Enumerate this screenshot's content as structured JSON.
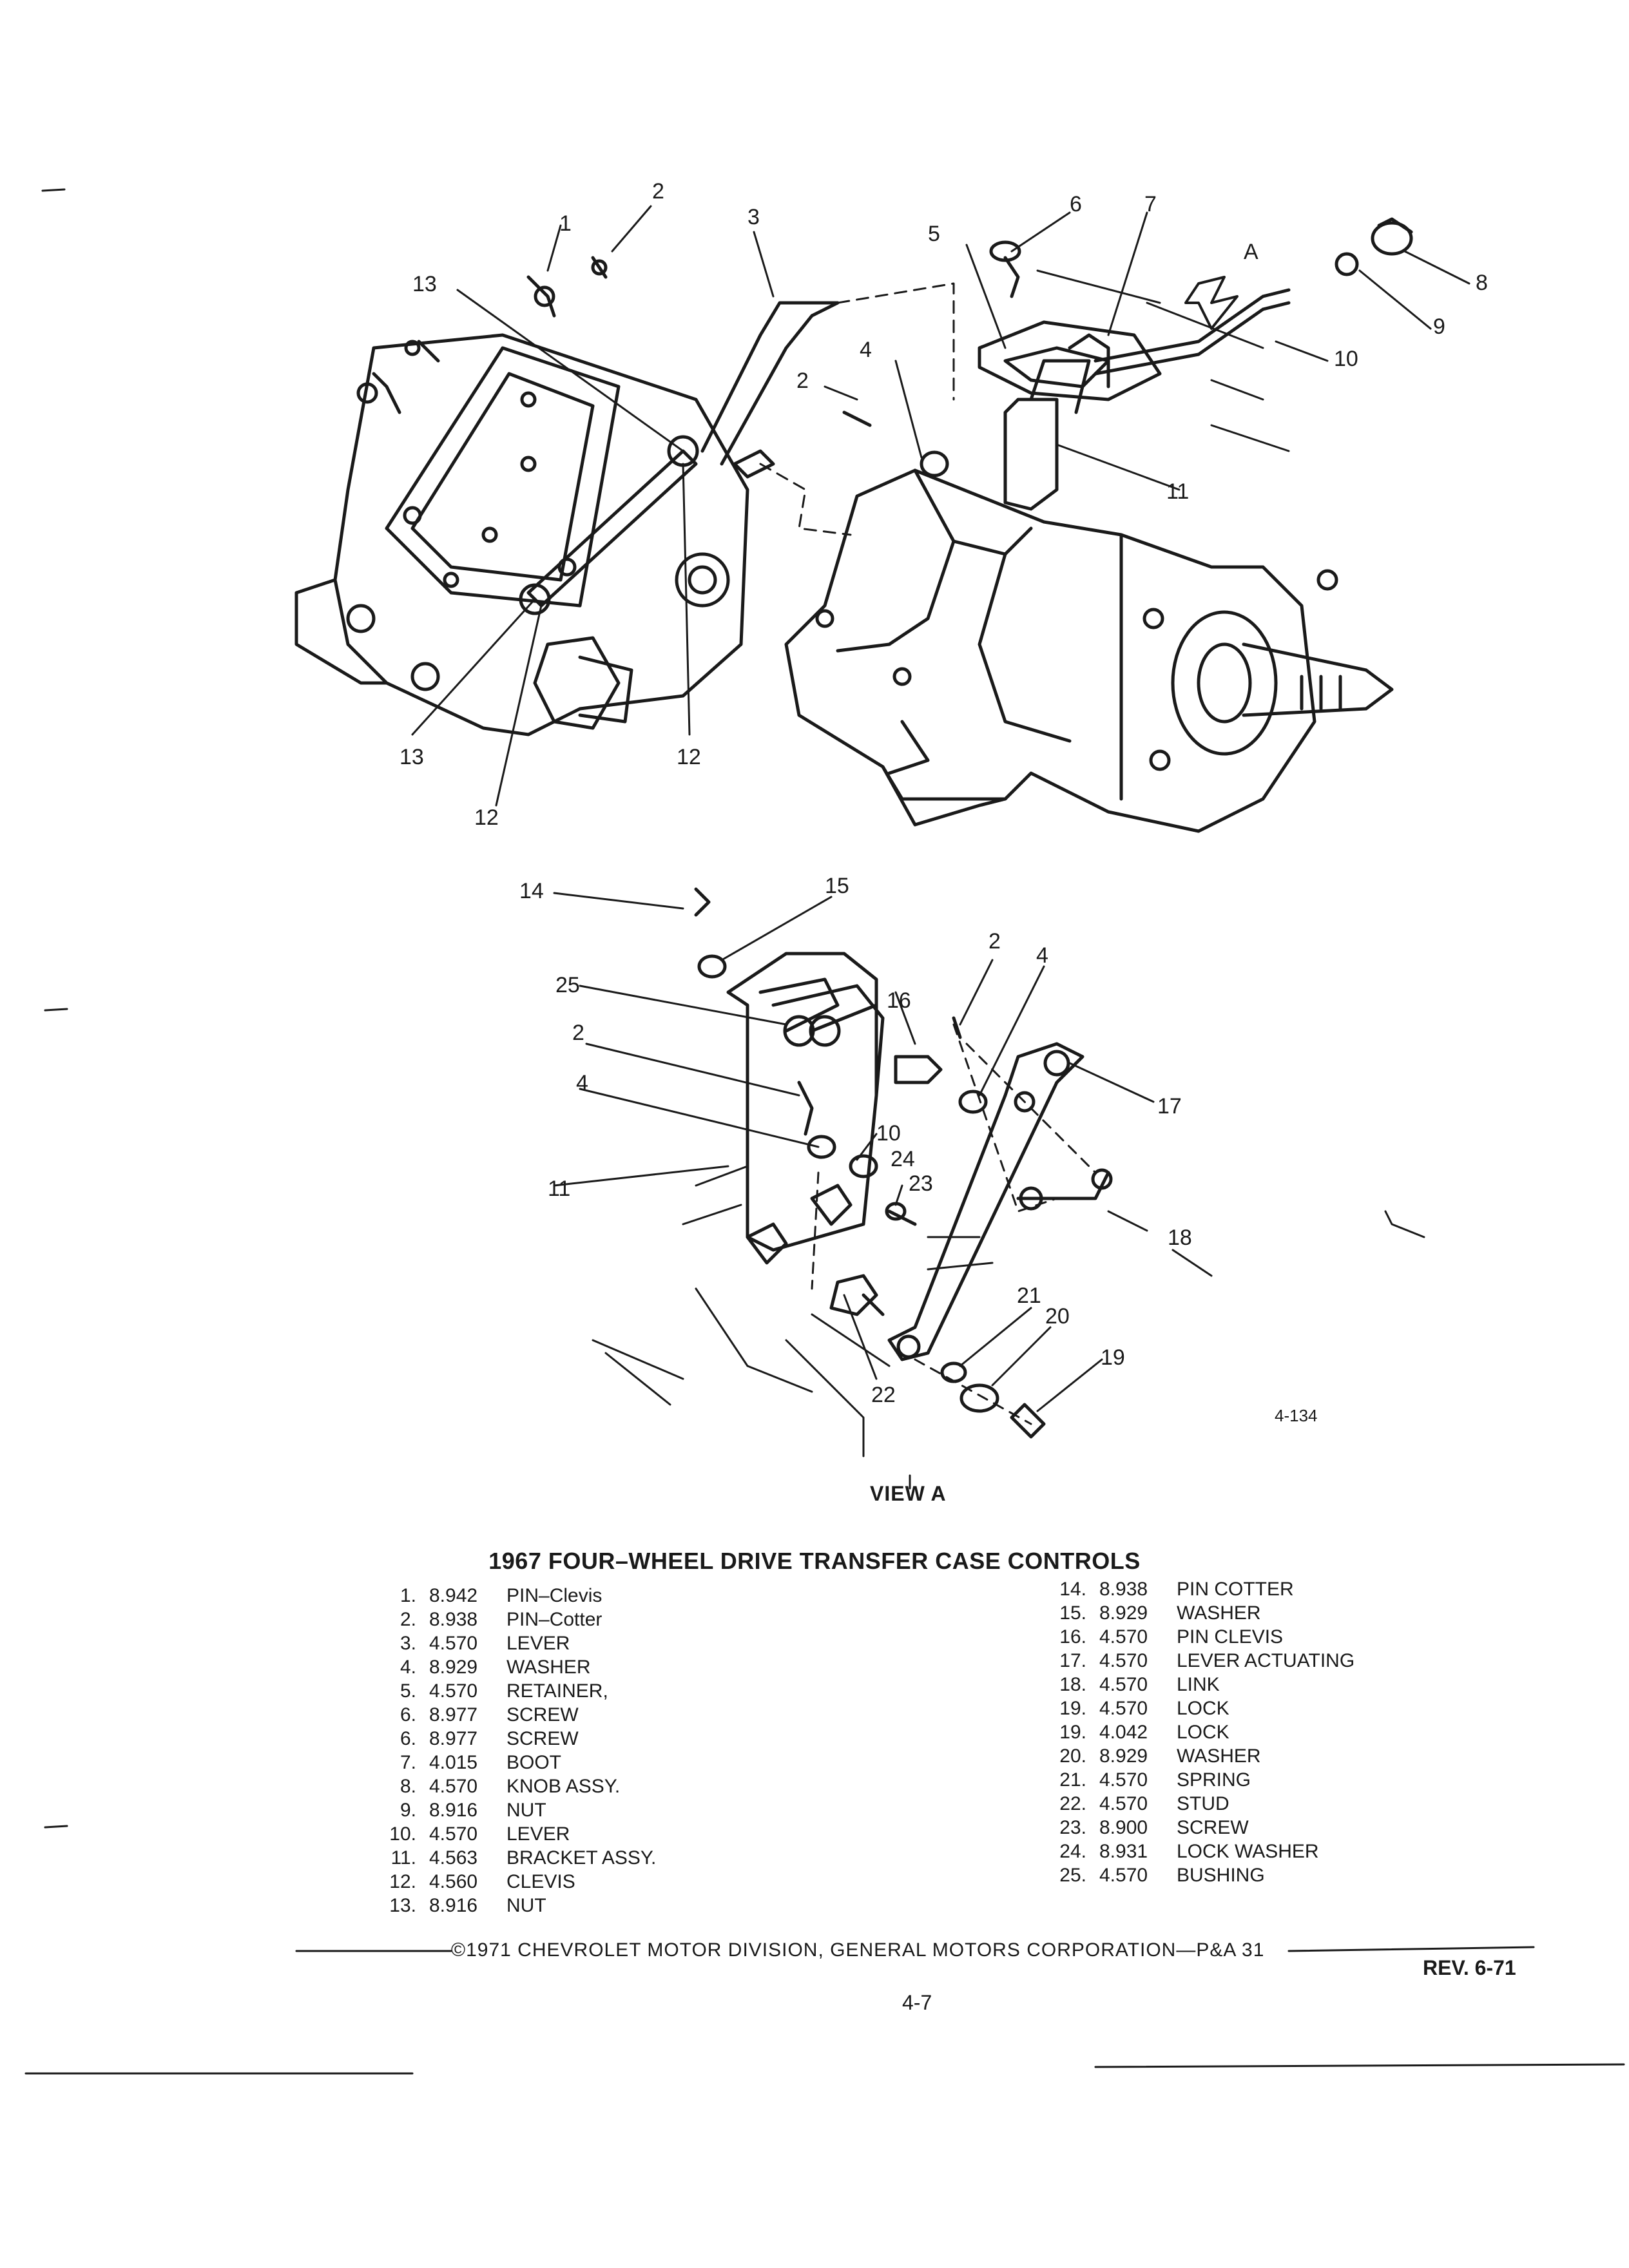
{
  "callouts": {
    "c1": "1",
    "c2": "2",
    "c3": "3",
    "c5": "5",
    "c6": "6",
    "c7": "7",
    "c8": "8",
    "c9": "9",
    "c10": "10",
    "c13a": "13",
    "c4": "4",
    "c2b": "2",
    "c11": "11",
    "c13b": "13",
    "c12a": "12",
    "c12b": "12",
    "c14": "14",
    "c15": "15",
    "c2c": "2",
    "c4b": "4",
    "c25": "25",
    "c16": "16",
    "c2d": "2",
    "c17": "17",
    "c4c": "4",
    "c10b": "10",
    "c24": "24",
    "c23": "23",
    "c11b": "11",
    "c18": "18",
    "c21": "21",
    "c20": "20",
    "c19": "19",
    "c22": "22",
    "arrowA": "A"
  },
  "figure_number": "4-134",
  "view_label": "VIEW A",
  "title": "1967 FOUR–WHEEL DRIVE TRANSFER CASE CONTROLS",
  "parts_left": [
    {
      "num": "1.",
      "code": "8.942",
      "name": "PIN–Clevis"
    },
    {
      "num": "2.",
      "code": "8.938",
      "name": "PIN–Cotter"
    },
    {
      "num": "3.",
      "code": "4.570",
      "name": "LEVER"
    },
    {
      "num": "4.",
      "code": "8.929",
      "name": "WASHER"
    },
    {
      "num": "5.",
      "code": "4.570",
      "name": "RETAINER,"
    },
    {
      "num": "6.",
      "code": "8.977",
      "name": "SCREW"
    },
    {
      "num": "6.",
      "code": "8.977",
      "name": "SCREW"
    },
    {
      "num": "7.",
      "code": "4.015",
      "name": "BOOT"
    },
    {
      "num": "8.",
      "code": "4.570",
      "name": "KNOB ASSY."
    },
    {
      "num": "9.",
      "code": "8.916",
      "name": "NUT"
    },
    {
      "num": "10.",
      "code": "4.570",
      "name": "LEVER"
    },
    {
      "num": "11.",
      "code": "4.563",
      "name": "BRACKET ASSY."
    },
    {
      "num": "12.",
      "code": "4.560",
      "name": "CLEVIS"
    },
    {
      "num": "13.",
      "code": "8.916",
      "name": "NUT"
    }
  ],
  "parts_right": [
    {
      "num": "14.",
      "code": "8.938",
      "name": "PIN COTTER"
    },
    {
      "num": "15.",
      "code": "8.929",
      "name": "WASHER"
    },
    {
      "num": "16.",
      "code": "4.570",
      "name": "PIN CLEVIS"
    },
    {
      "num": "17.",
      "code": "4.570",
      "name": "LEVER ACTUATING"
    },
    {
      "num": "18.",
      "code": "4.570",
      "name": "LINK"
    },
    {
      "num": "19.",
      "code": "4.570",
      "name": "LOCK"
    },
    {
      "num": "19.",
      "code": "4.042",
      "name": "LOCK"
    },
    {
      "num": "20.",
      "code": "8.929",
      "name": "WASHER"
    },
    {
      "num": "21.",
      "code": "4.570",
      "name": "SPRING"
    },
    {
      "num": "22.",
      "code": "4.570",
      "name": "STUD"
    },
    {
      "num": "23.",
      "code": "8.900",
      "name": "SCREW"
    },
    {
      "num": "24.",
      "code": "8.931",
      "name": "LOCK WASHER"
    },
    {
      "num": "25.",
      "code": "4.570",
      "name": "BUSHING"
    }
  ],
  "footer": "©1971 CHEVROLET MOTOR DIVISION, GENERAL MOTORS CORPORATION—P&A 31",
  "revision": "REV. 6-71",
  "page_number": "4-7"
}
